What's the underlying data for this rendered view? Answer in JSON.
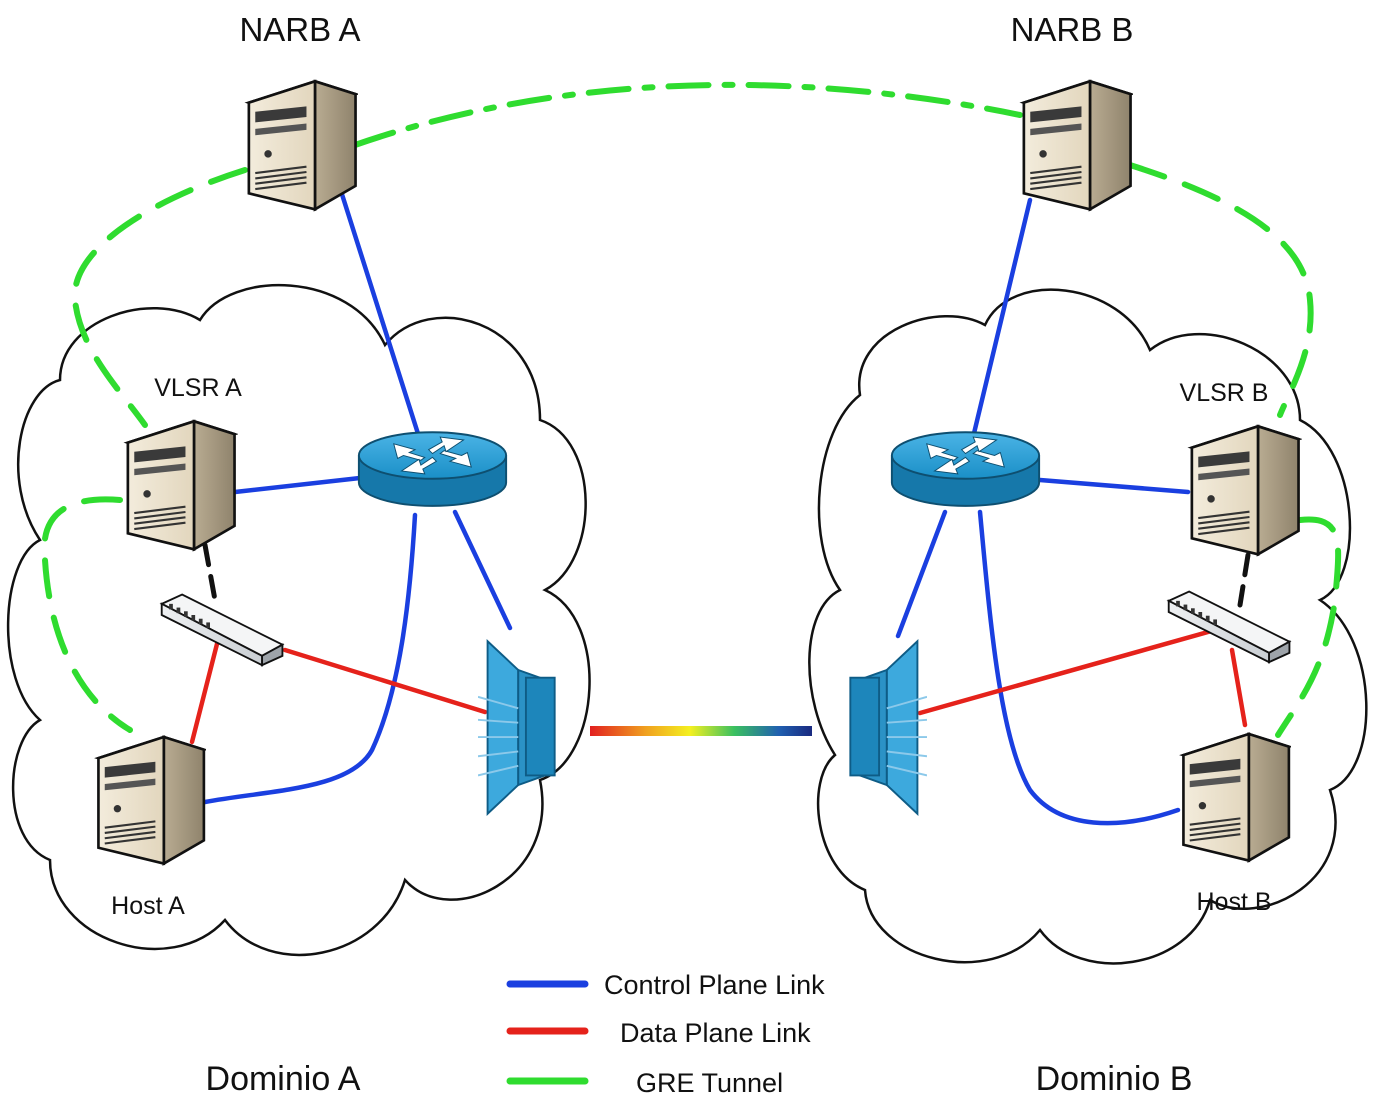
{
  "labels": {
    "narb_a": "NARB A",
    "narb_b": "NARB B",
    "vlsr_a": "VLSR A",
    "vlsr_b": "VLSR B",
    "host_a": "Host A",
    "host_b": "Host B",
    "domain_a": "Dominio A",
    "domain_b": "Dominio B"
  },
  "legend": [
    {
      "label": "Control Plane Link",
      "color": "#1a3fe0"
    },
    {
      "label": "Data Plane Link",
      "color": "#e5221b"
    },
    {
      "label": "GRE Tunnel",
      "color": "#2fdc2f"
    }
  ],
  "colors": {
    "control": "#1a3fe0",
    "data": "#e5221b",
    "gre": "#2fdc2f",
    "router": "#1a8fc7",
    "optical": "#2b9fd6"
  },
  "icons": [
    "server-icon",
    "router-icon",
    "switch-icon",
    "optical-switch-icon",
    "cloud-icon"
  ]
}
